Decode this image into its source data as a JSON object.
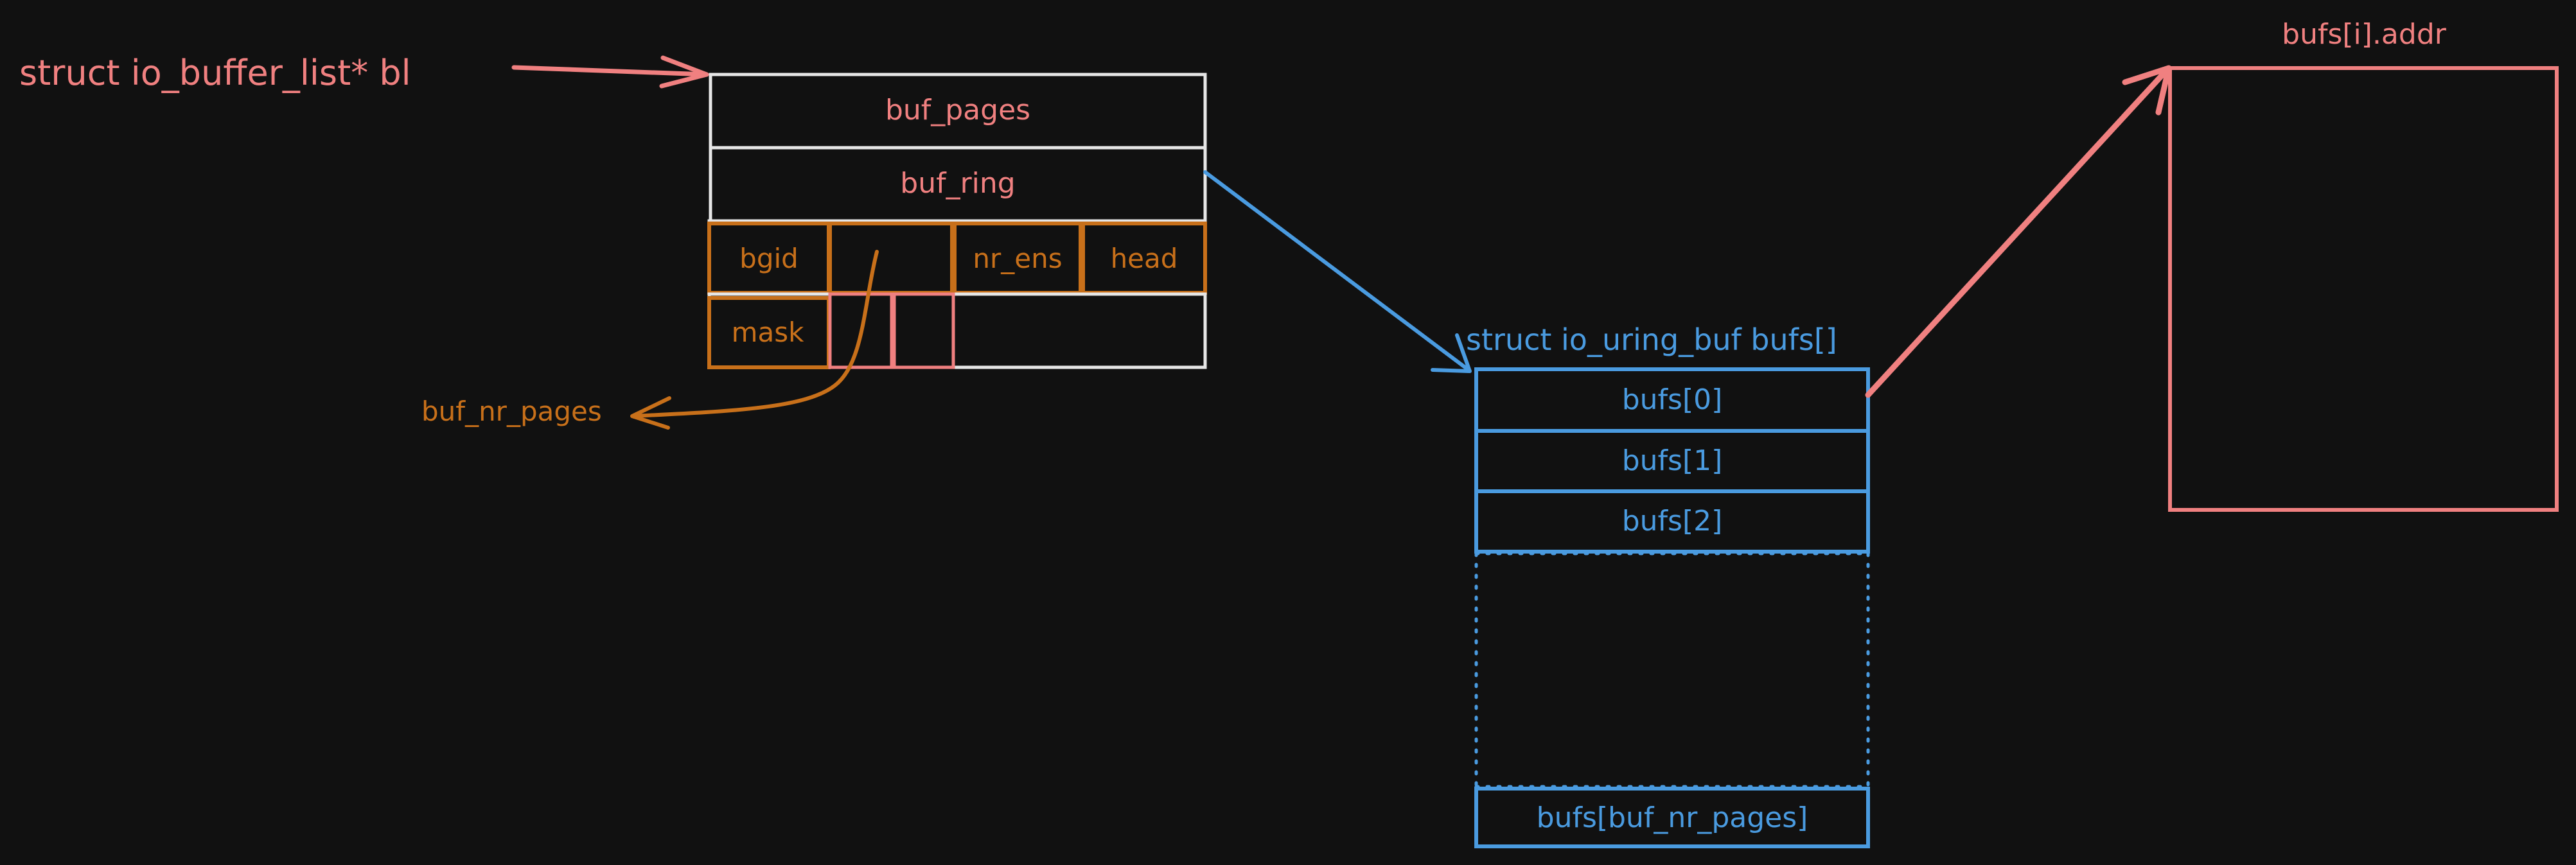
{
  "colors": {
    "background": "#111111",
    "red": "#f08080",
    "white": "#e6e6e6",
    "orange": "#c8701a",
    "blue": "#4a9be0"
  },
  "labels": {
    "bl_pointer": "struct io_buffer_list* bl",
    "buf_pages": "buf_pages",
    "buf_ring": "buf_ring",
    "bgid": "bgid",
    "nr_ens": "nr_ens",
    "head": "head",
    "mask": "mask",
    "buf_nr_pages": "buf_nr_pages",
    "bufs_array_title": "struct io_uring_buf bufs[]",
    "bufs_0": "bufs[0]",
    "bufs_1": "bufs[1]",
    "bufs_2": "bufs[2]",
    "bufs_last": "bufs[buf_nr_pages]",
    "addr_title": "bufs[i].addr"
  }
}
